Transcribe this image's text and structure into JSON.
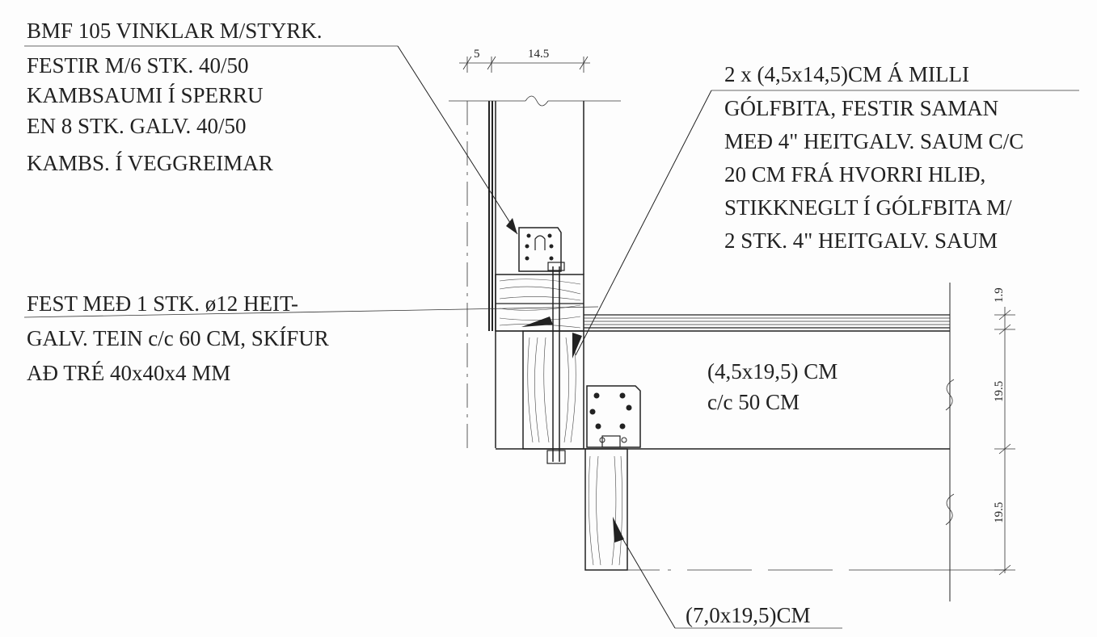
{
  "notes": {
    "bracket": [
      "BMF 105 VINKLAR M/STYRK.",
      "FESTIR M/6 STK. 40/50",
      "KAMBSAUMI Í SPERRU",
      "EN 8 STK. GALV. 40/50",
      "KAMBS. Í VEGGREIMAR"
    ],
    "joists": [
      "2 x (4,5x14,5)CM Á MILLI",
      "GÓLFBITA, FESTIR SAMAN",
      "MEÐ 4\" HEITGALV. SAUM C/C",
      "20 CM FRÁ HVORRI HLIÐ,",
      "STIKKNEGLT Í GÓLFBITA M/",
      "2 STK. 4\" HEITGALV. SAUM"
    ],
    "bolt": [
      "FEST MEÐ 1 STK. ø12 HEIT-",
      "GALV. TEIN c/c 60 CM, SKÍFUR",
      "AÐ TRÉ 40x40x4 MM"
    ],
    "floor_joist": [
      "(4,5x19,5) CM",
      "c/c 50 CM"
    ],
    "beam": "(7,0x19,5)CM"
  },
  "dimensions": {
    "top_left": "5",
    "top_right": "14.5",
    "right_1": "1.9",
    "right_2": "19.5",
    "right_3": "19.5"
  }
}
